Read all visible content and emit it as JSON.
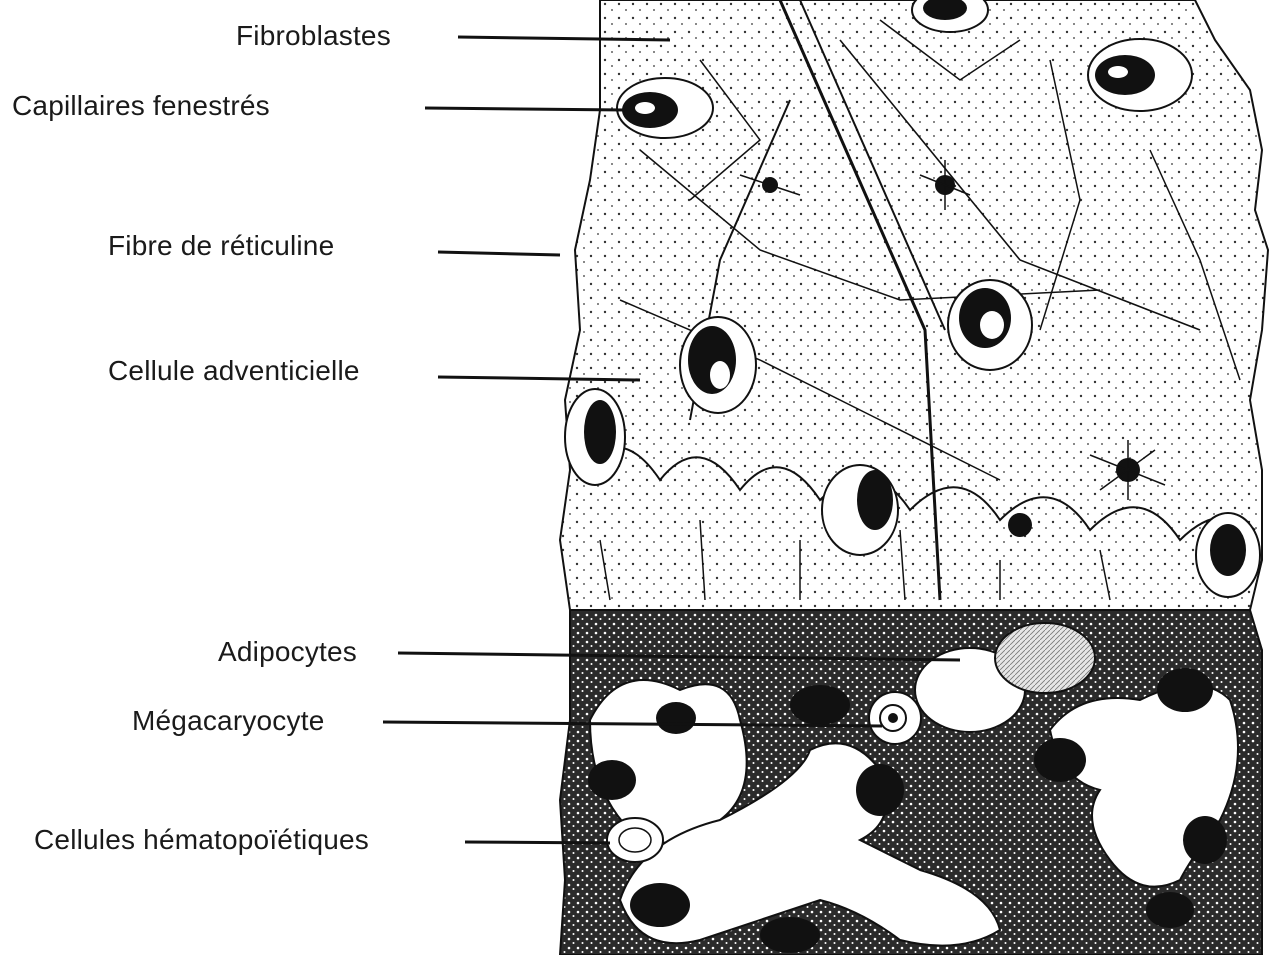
{
  "labels": {
    "fibroblastes": "Fibroblastes",
    "capillaires": "Capillaires fenestrés",
    "reticuline": "Fibre de réticuline",
    "adventicielle": "Cellule adventicielle",
    "adipocytes": "Adipocytes",
    "megacaryocyte": "Mégacaryocyte",
    "hematopoietiques": "Cellules hématopoïétiques"
  },
  "colors": {
    "ink": "#111111",
    "paper": "#ffffff",
    "stipple": "#2b2b2b",
    "faded_text": "#ececec"
  }
}
